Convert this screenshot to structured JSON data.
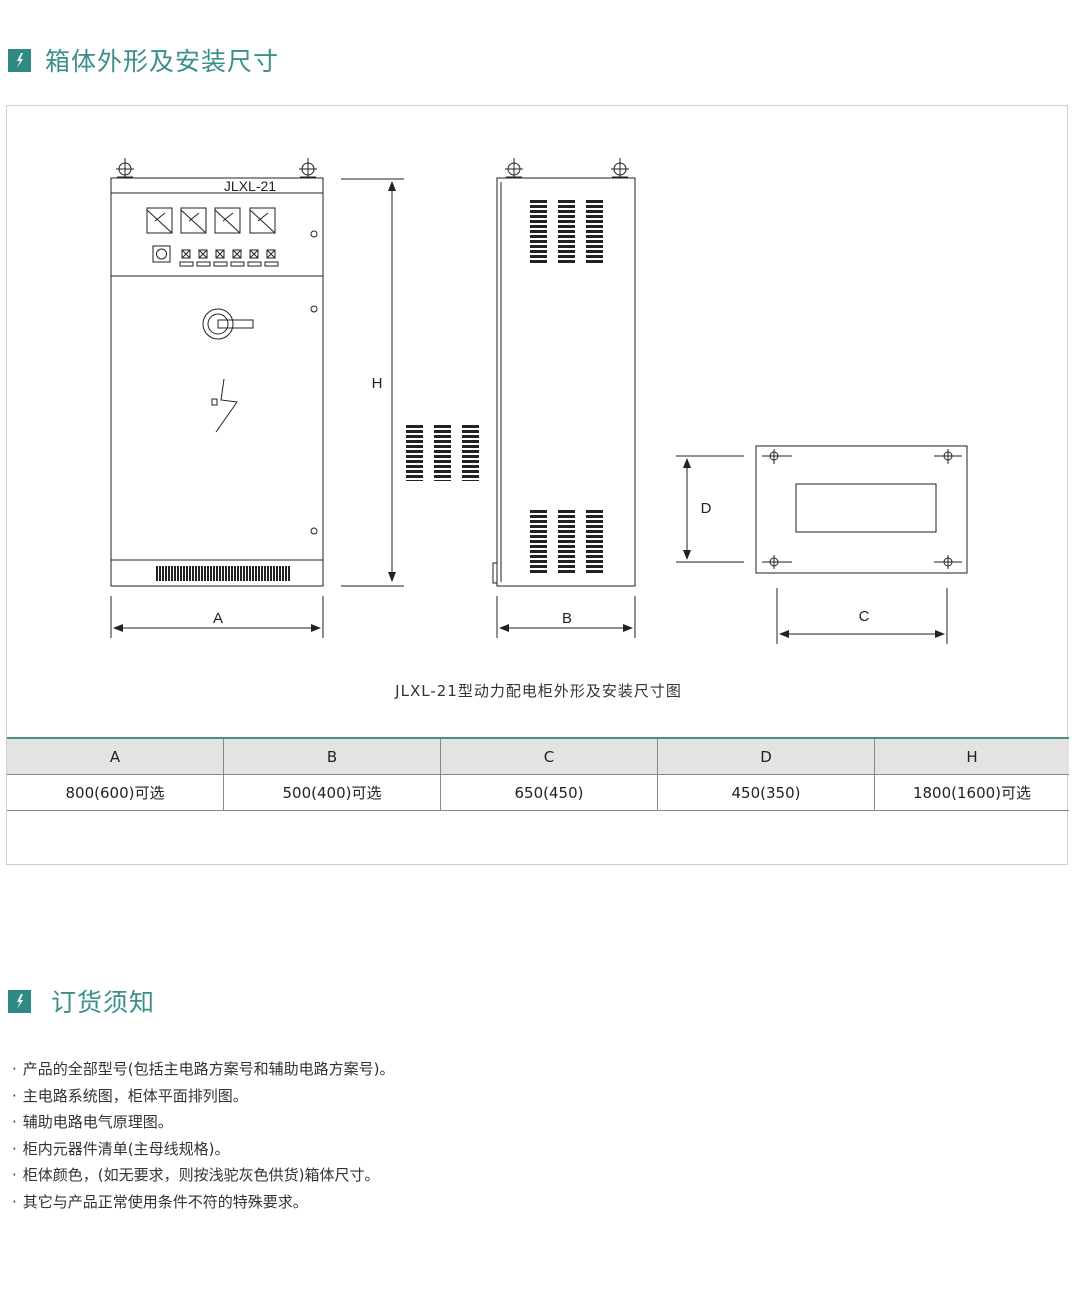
{
  "section1": {
    "title": "箱体外形及安装尺寸",
    "icon": "pencil-icon"
  },
  "drawing": {
    "front_label": "JLXL-21",
    "dim_labels": {
      "A": "A",
      "B": "B",
      "C": "C",
      "D": "D",
      "H": "H"
    },
    "caption": "JLXL-21型动力配电柜外形及安装尺寸图"
  },
  "dim_table": {
    "headers": [
      "A",
      "B",
      "C",
      "D",
      "H"
    ],
    "values": [
      "800(600)可选",
      "500(400)可选",
      "650(450)",
      "450(350)",
      "1800(1600)可选"
    ]
  },
  "section2": {
    "title": "订货须知",
    "icon": "pencil-icon"
  },
  "order_notes": [
    "产品的全部型号(包括主电路方案号和辅助电路方案号)。",
    "主电路系统图，柜体平面排列图。",
    "辅助电路电气原理图。",
    "柜内元器件清单(主母线规格)。",
    "柜体颜色，(如无要求，则按浅驼灰色供货)箱体尺寸。",
    "其它与产品正常使用条件不符的特殊要求。"
  ],
  "colors": {
    "accent": "#2f8a86",
    "title_text": "#3a8f8b",
    "table_header_bg": "#e3e3e3"
  }
}
